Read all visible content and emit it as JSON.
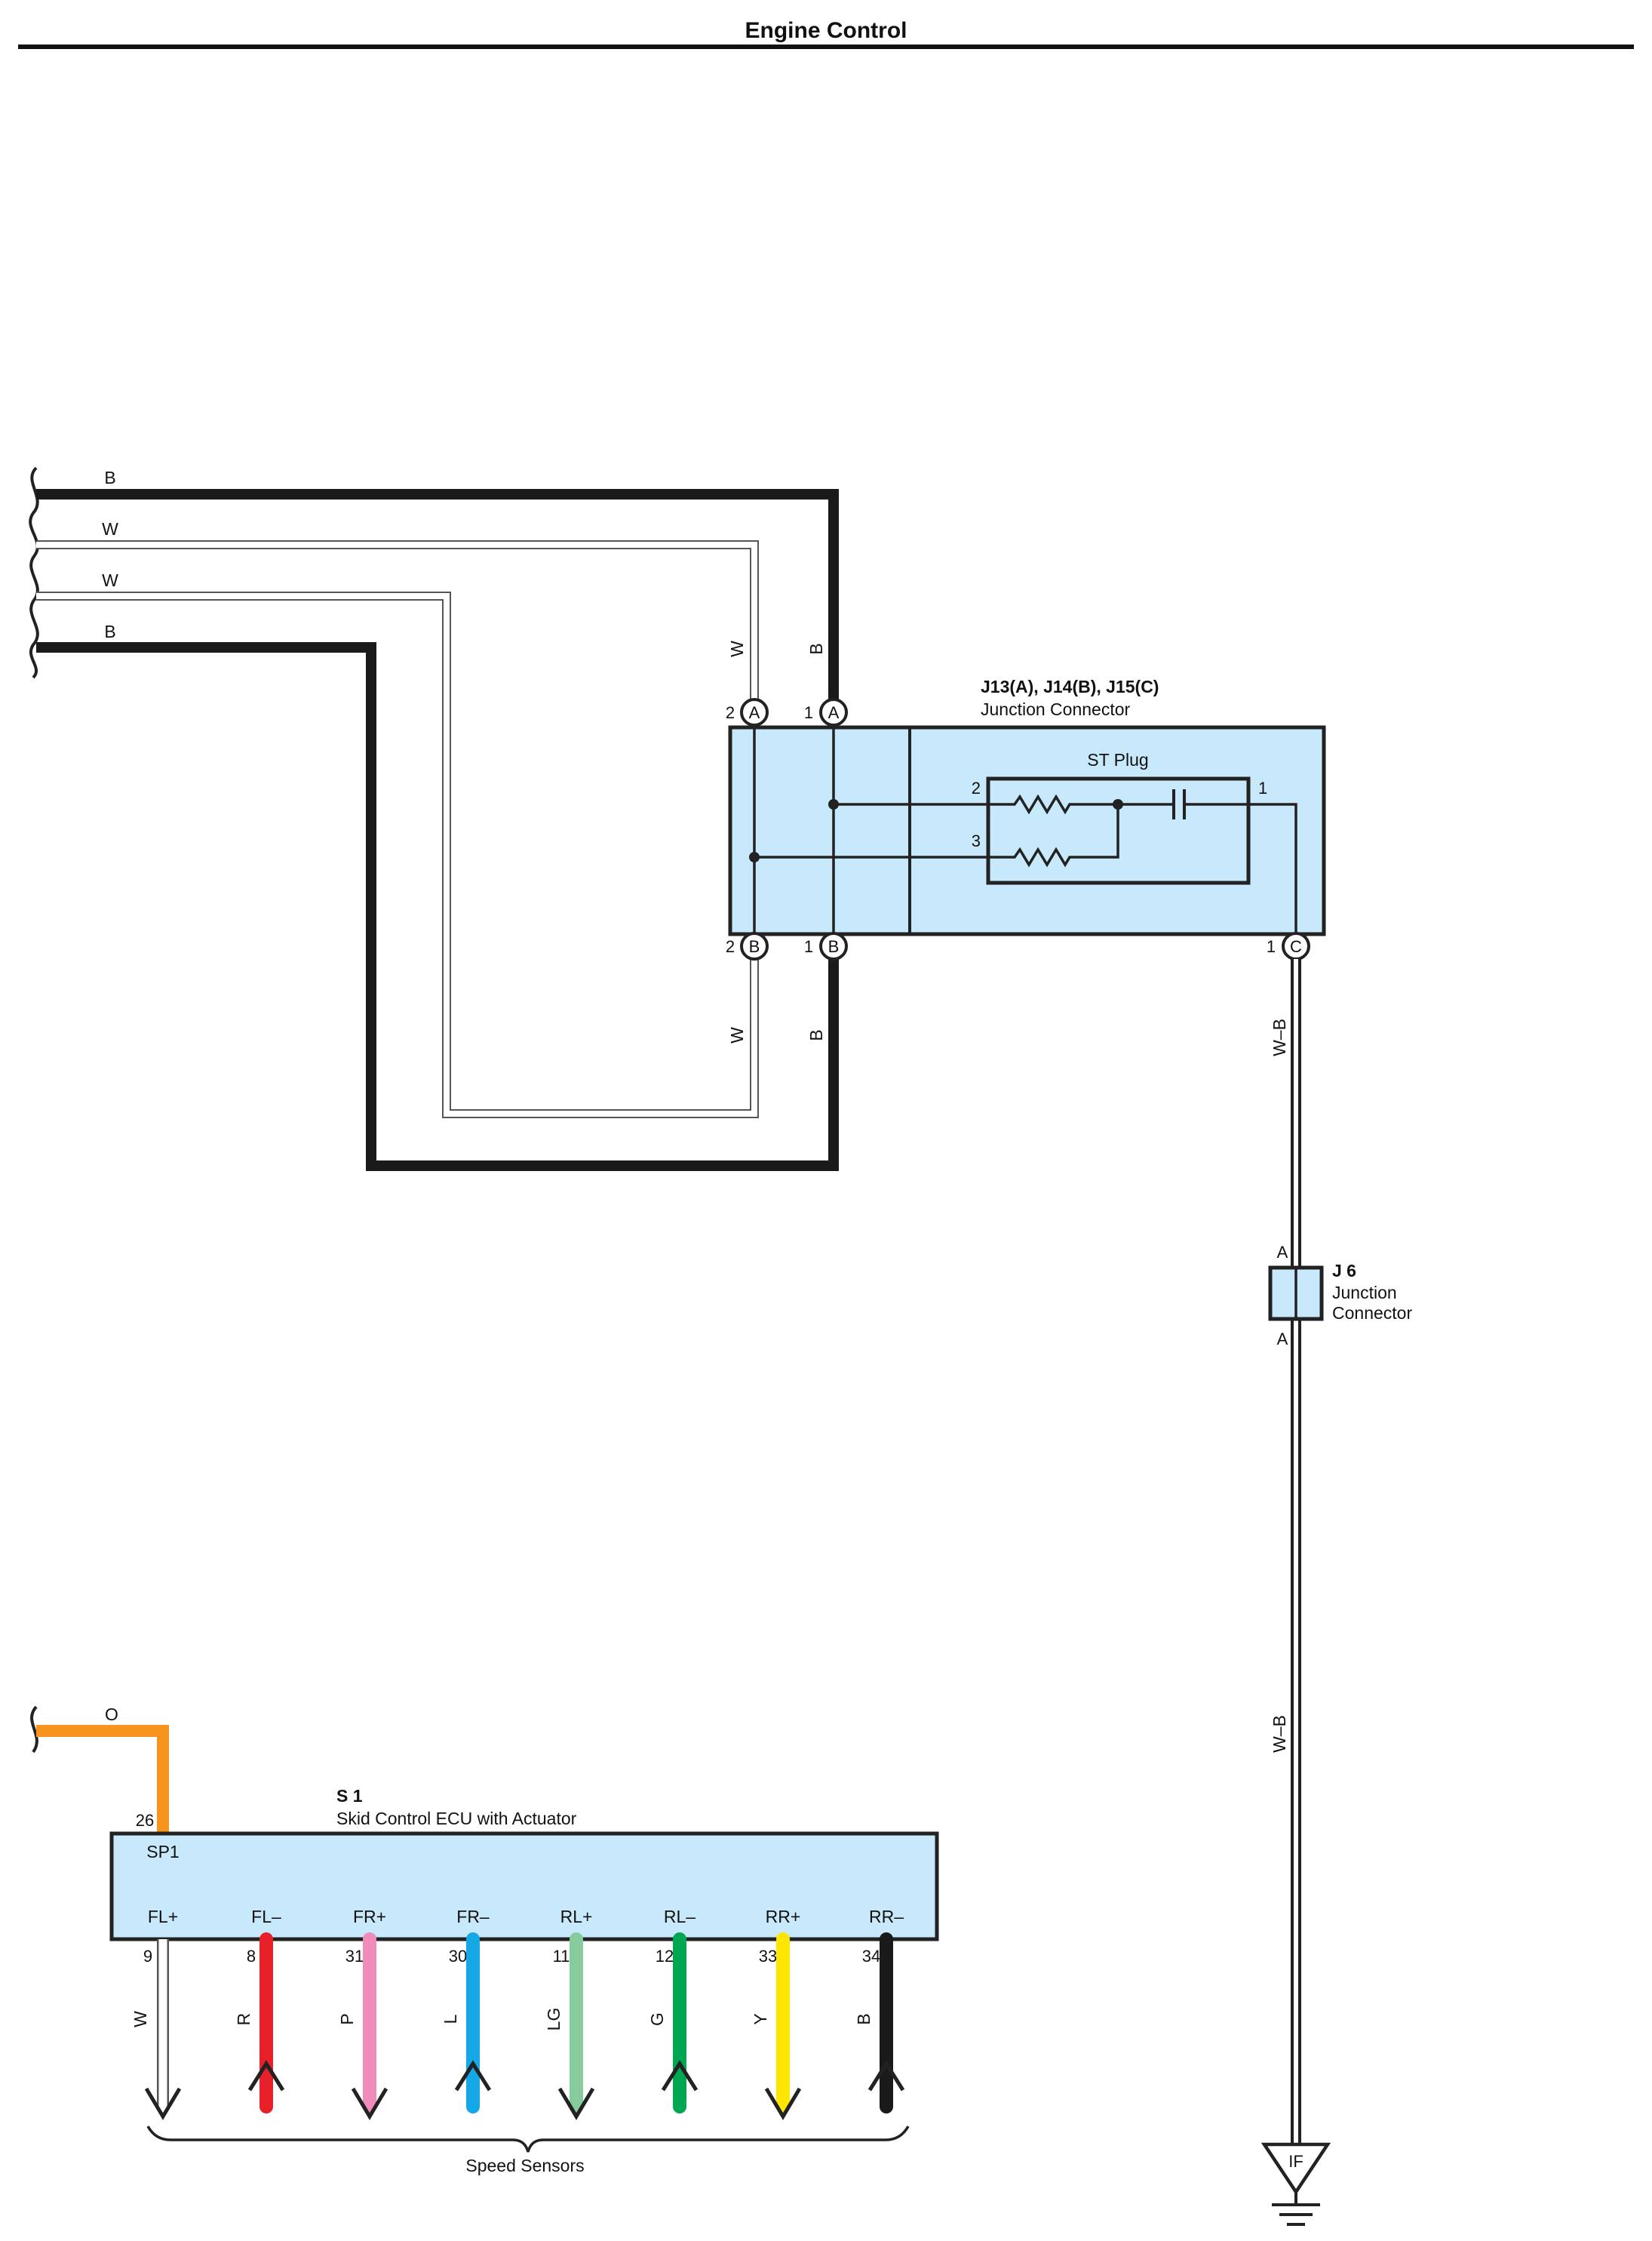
{
  "header": {
    "title": "Engine Control"
  },
  "wires_top": [
    {
      "color": "B"
    },
    {
      "color": "W"
    },
    {
      "color": "W"
    },
    {
      "color": "B"
    }
  ],
  "junction": {
    "id": "J13(A), J14(B), J15(C)",
    "name": "Junction Connector",
    "st_plug": "ST Plug",
    "connectors": {
      "a": "A",
      "b": "B",
      "c": "C"
    },
    "pins": {
      "p1": "1",
      "p2": "2",
      "p3": "3"
    },
    "wire_labels": {
      "w": "W",
      "b": "B"
    }
  },
  "ground_wire": {
    "color": "W–B"
  },
  "j6": {
    "id": "J 6",
    "name_line1": "Junction",
    "name_line2": "Connector",
    "pin_top": "A",
    "pin_bottom": "A"
  },
  "ground": {
    "label": "IF"
  },
  "ecu": {
    "id": "S 1",
    "name": "Skid Control ECU with Actuator",
    "sp_pin": "26",
    "sp_label": "SP1",
    "sp_wire": "O",
    "terminals": [
      {
        "label": "FL+",
        "pin": "9",
        "wire": "W",
        "color": "#ffffff",
        "dir": "down"
      },
      {
        "label": "FL–",
        "pin": "8",
        "wire": "R",
        "color": "#e8202a",
        "dir": "up"
      },
      {
        "label": "FR+",
        "pin": "31",
        "wire": "P",
        "color": "#f08cbc",
        "dir": "down"
      },
      {
        "label": "FR–",
        "pin": "30",
        "wire": "L",
        "color": "#14a9e6",
        "dir": "up"
      },
      {
        "label": "RL+",
        "pin": "11",
        "wire": "LG",
        "color": "#86cb9c",
        "dir": "down"
      },
      {
        "label": "RL–",
        "pin": "12",
        "wire": "G",
        "color": "#00a651",
        "dir": "up"
      },
      {
        "label": "RR+",
        "pin": "33",
        "wire": "Y",
        "color": "#ffe600",
        "dir": "down"
      },
      {
        "label": "RR–",
        "pin": "34",
        "wire": "B",
        "color": "#1a1a1a",
        "dir": "up"
      }
    ],
    "group_label": "Speed Sensors"
  },
  "colors": {
    "box_fill": "#c8e9fb",
    "orange": "#f7941d",
    "black": "#1a1a1a"
  }
}
